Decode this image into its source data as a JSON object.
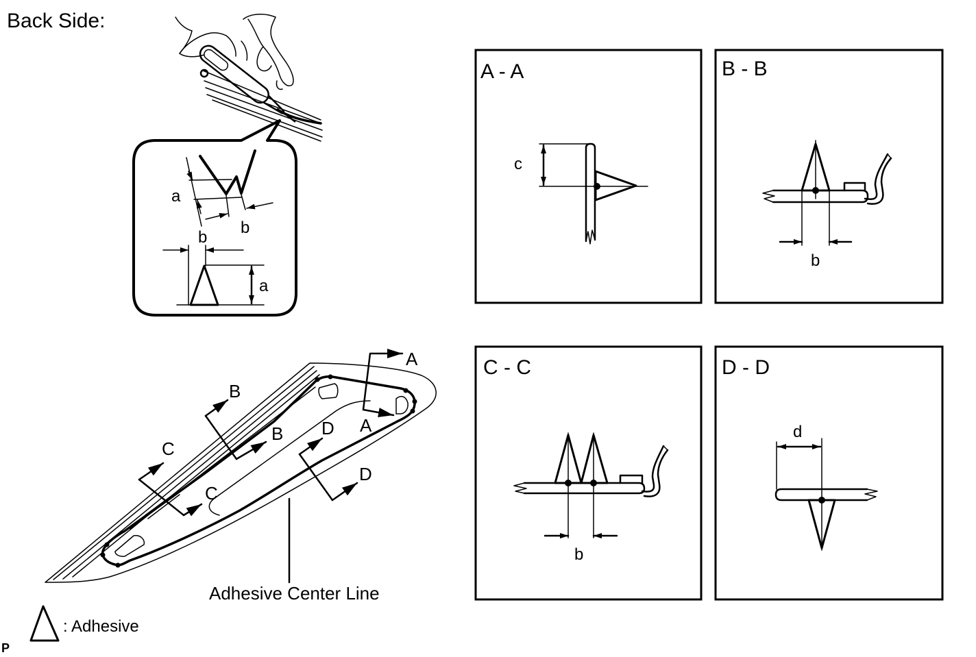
{
  "title": "Back Side:",
  "callout": {
    "a_upper": "a",
    "b_upper": "b",
    "b_lower": "b",
    "a_lower": "a"
  },
  "window": {
    "section_a_outer": "A",
    "section_a_inner": "A",
    "section_b_upper": "B",
    "section_b_lower": "B",
    "section_c_upper": "C",
    "section_c_lower": "C",
    "section_d_upper": "D",
    "section_d_lower": "D",
    "leader_label": "Adhesive Center Line"
  },
  "legend": {
    "label": ": Adhesive",
    "icon": "adhesive-triangle-icon"
  },
  "corner_mark": "P",
  "sections": [
    {
      "title": "A - A",
      "dimension": "c"
    },
    {
      "title": "B - B",
      "dimension": "b"
    },
    {
      "title": "C - C",
      "dimension": "b"
    },
    {
      "title": "D - D",
      "dimension": "d"
    }
  ],
  "colors": {
    "line": "#000000",
    "background": "#ffffff"
  }
}
